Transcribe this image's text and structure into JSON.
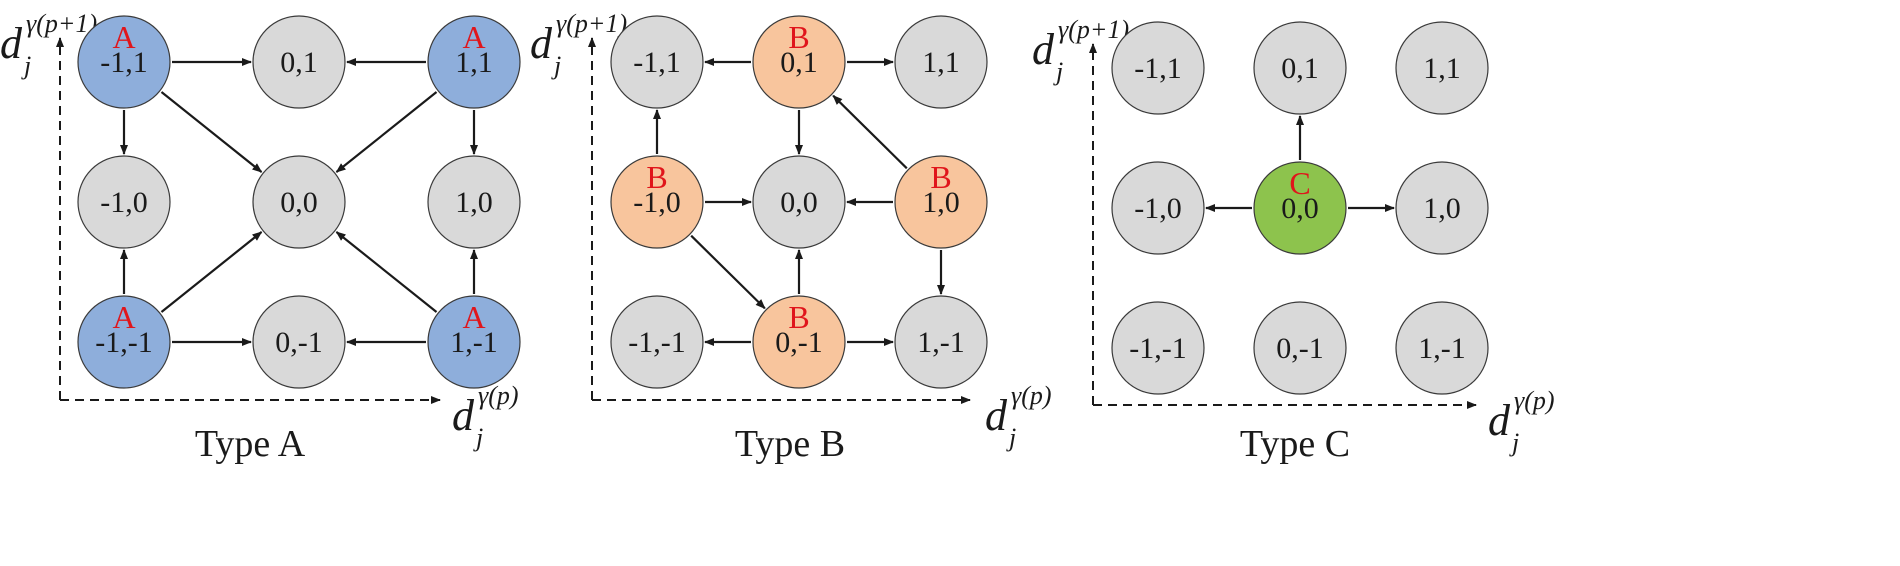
{
  "colors": {
    "type_a": "#8eaedb",
    "type_b": "#f8c59d",
    "type_c": "#8dc34d",
    "neutral": "#d9d9d9",
    "tag": "#e0151b",
    "stroke": "#1a1a1a"
  },
  "axes": {
    "y_label_main": "d",
    "y_label_sub": "j",
    "y_label_sup": "γ(p+1)",
    "x_label_main": "d",
    "x_label_sub": "j",
    "x_label_sup": "γ(p)"
  },
  "panels": [
    {
      "id": "type-a",
      "caption": "Type A",
      "tag": "A",
      "active_color_key": "type_a",
      "nodes": [
        {
          "label": "-1,1",
          "active": true
        },
        {
          "label": "0,1",
          "active": false
        },
        {
          "label": "1,1",
          "active": true
        },
        {
          "label": "-1,0",
          "active": false
        },
        {
          "label": "0,0",
          "active": false
        },
        {
          "label": "1,0",
          "active": false
        },
        {
          "label": "-1,-1",
          "active": true
        },
        {
          "label": "0,-1",
          "active": false
        },
        {
          "label": "1,-1",
          "active": true
        }
      ],
      "edges": [
        [
          "-1,1",
          "0,1"
        ],
        [
          "-1,1",
          "-1,0"
        ],
        [
          "-1,1",
          "0,0"
        ],
        [
          "1,1",
          "0,1"
        ],
        [
          "1,1",
          "1,0"
        ],
        [
          "1,1",
          "0,0"
        ],
        [
          "-1,-1",
          "-1,0"
        ],
        [
          "-1,-1",
          "0,-1"
        ],
        [
          "-1,-1",
          "0,0"
        ],
        [
          "1,-1",
          "1,0"
        ],
        [
          "1,-1",
          "0,-1"
        ],
        [
          "1,-1",
          "0,0"
        ]
      ]
    },
    {
      "id": "type-b",
      "caption": "Type B",
      "tag": "B",
      "active_color_key": "type_b",
      "nodes": [
        {
          "label": "-1,1",
          "active": false
        },
        {
          "label": "0,1",
          "active": true
        },
        {
          "label": "1,1",
          "active": false
        },
        {
          "label": "-1,0",
          "active": true
        },
        {
          "label": "0,0",
          "active": false
        },
        {
          "label": "1,0",
          "active": true
        },
        {
          "label": "-1,-1",
          "active": false
        },
        {
          "label": "0,-1",
          "active": true
        },
        {
          "label": "1,-1",
          "active": false
        }
      ],
      "edges": [
        [
          "0,1",
          "-1,1"
        ],
        [
          "0,1",
          "1,1"
        ],
        [
          "0,1",
          "0,0"
        ],
        [
          "-1,0",
          "-1,1"
        ],
        [
          "-1,0",
          "0,0"
        ],
        [
          "-1,0",
          "0,-1"
        ],
        [
          "1,0",
          "0,1"
        ],
        [
          "1,0",
          "0,0"
        ],
        [
          "1,0",
          "1,-1"
        ],
        [
          "0,-1",
          "-1,-1"
        ],
        [
          "0,-1",
          "1,-1"
        ],
        [
          "0,-1",
          "0,0"
        ]
      ]
    },
    {
      "id": "type-c",
      "caption": "Type C",
      "tag": "C",
      "active_color_key": "type_c",
      "nodes": [
        {
          "label": "-1,1",
          "active": false
        },
        {
          "label": "0,1",
          "active": false
        },
        {
          "label": "1,1",
          "active": false
        },
        {
          "label": "-1,0",
          "active": false
        },
        {
          "label": "0,0",
          "active": true
        },
        {
          "label": "1,0",
          "active": false
        },
        {
          "label": "-1,-1",
          "active": false
        },
        {
          "label": "0,-1",
          "active": false
        },
        {
          "label": "1,-1",
          "active": false
        }
      ],
      "edges": [
        [
          "0,0",
          "0,1"
        ],
        [
          "0,0",
          "-1,0"
        ],
        [
          "0,0",
          "1,0"
        ]
      ]
    }
  ]
}
